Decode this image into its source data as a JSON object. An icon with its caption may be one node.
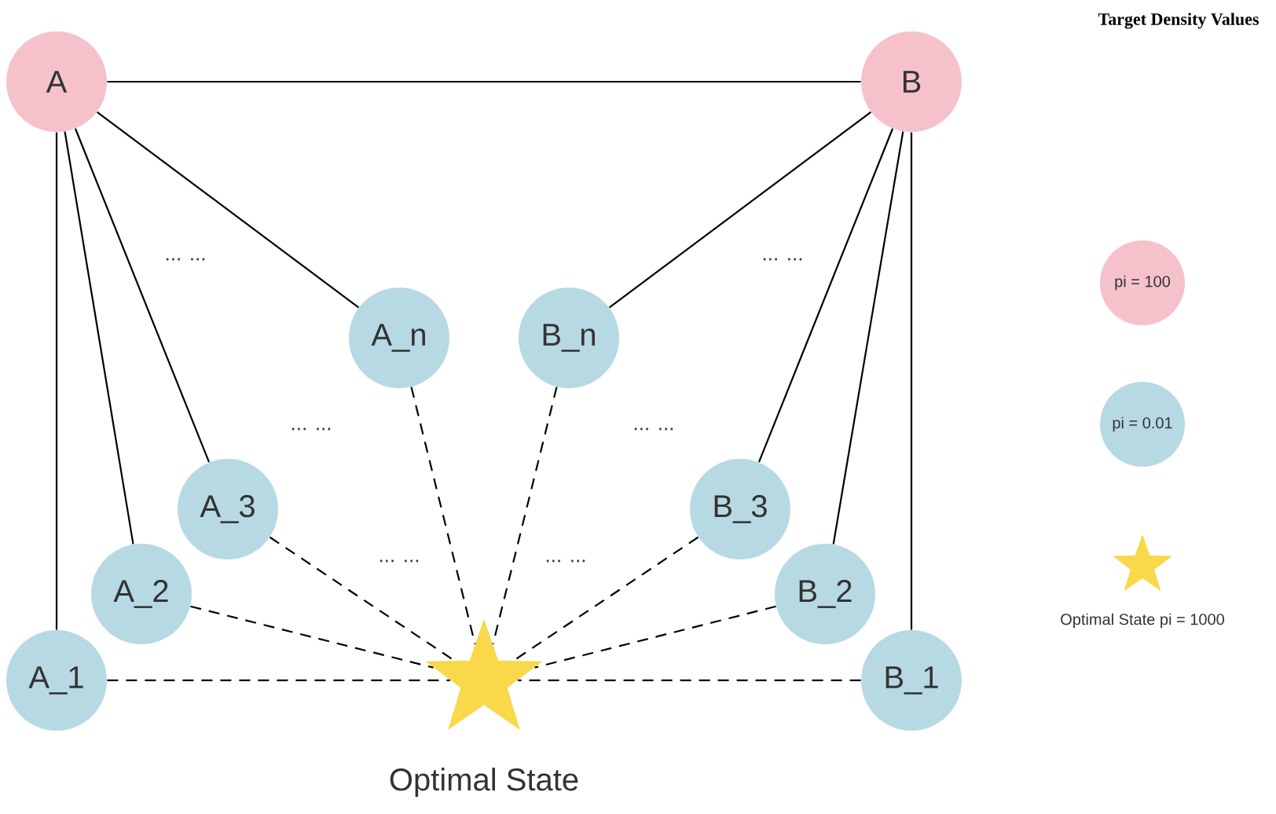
{
  "diagram": {
    "nodes": [
      {
        "text": [
          "A"
        ]
      },
      {
        "text": [
          "B"
        ]
      },
      {
        "text": [
          "A_n"
        ]
      },
      {
        "text": [
          "B_n"
        ]
      },
      {
        "text": [
          "A_3"
        ]
      },
      {
        "text": [
          "B_3"
        ]
      },
      {
        "text": [
          "A_2"
        ]
      },
      {
        "text": [
          "B_2"
        ]
      },
      {
        "text": [
          "A_1"
        ]
      },
      {
        "text": [],
        "shape": "star",
        "beside": [
          "Optimal State"
        ]
      },
      {
        "text": [
          "B_1"
        ]
      }
    ],
    "edges": [
      {
        "from": 0,
        "to": 1,
        "arrow": "none"
      },
      {
        "from": 0,
        "to": 2,
        "arrow": "none"
      },
      {
        "from": 0,
        "to": 4,
        "arrow": "none"
      },
      {
        "from": 0,
        "to": 6,
        "arrow": "none"
      },
      {
        "from": 0,
        "to": 8,
        "arrow": "none"
      },
      {
        "from": 1,
        "to": 3,
        "arrow": "none"
      },
      {
        "from": 1,
        "to": 5,
        "arrow": "none"
      },
      {
        "from": 1,
        "to": 7,
        "arrow": "none"
      },
      {
        "from": 1,
        "to": 10,
        "arrow": "none"
      },
      {
        "from": 2,
        "to": 9,
        "arrow": "none",
        "style": "dashed"
      },
      {
        "from": 4,
        "to": 9,
        "arrow": "none",
        "style": "dashed"
      },
      {
        "from": 6,
        "to": 9,
        "arrow": "none",
        "style": "dashed"
      },
      {
        "from": 8,
        "to": 9,
        "arrow": "none",
        "style": "dashed"
      },
      {
        "from": 3,
        "to": 9,
        "arrow": "none",
        "style": "dashed"
      },
      {
        "from": 5,
        "to": 9,
        "arrow": "none",
        "style": "dashed"
      },
      {
        "from": 7,
        "to": 9,
        "arrow": "none",
        "style": "dashed"
      },
      {
        "from": 10,
        "to": 9,
        "arrow": "none",
        "style": "dashed"
      }
    ],
    "labels": [
      "Target Density Values",
      "... ...",
      "... ...",
      "... ...",
      "... ...",
      "... ...",
      "... ..."
    ],
    "legend": [
      {
        "text": "pi = 100",
        "color": "#f5c2cb"
      },
      {
        "text": "pi = 0.01",
        "color": "#b7d9e4"
      },
      {
        "text": "Optimal State pi = 1000"
      }
    ]
  }
}
